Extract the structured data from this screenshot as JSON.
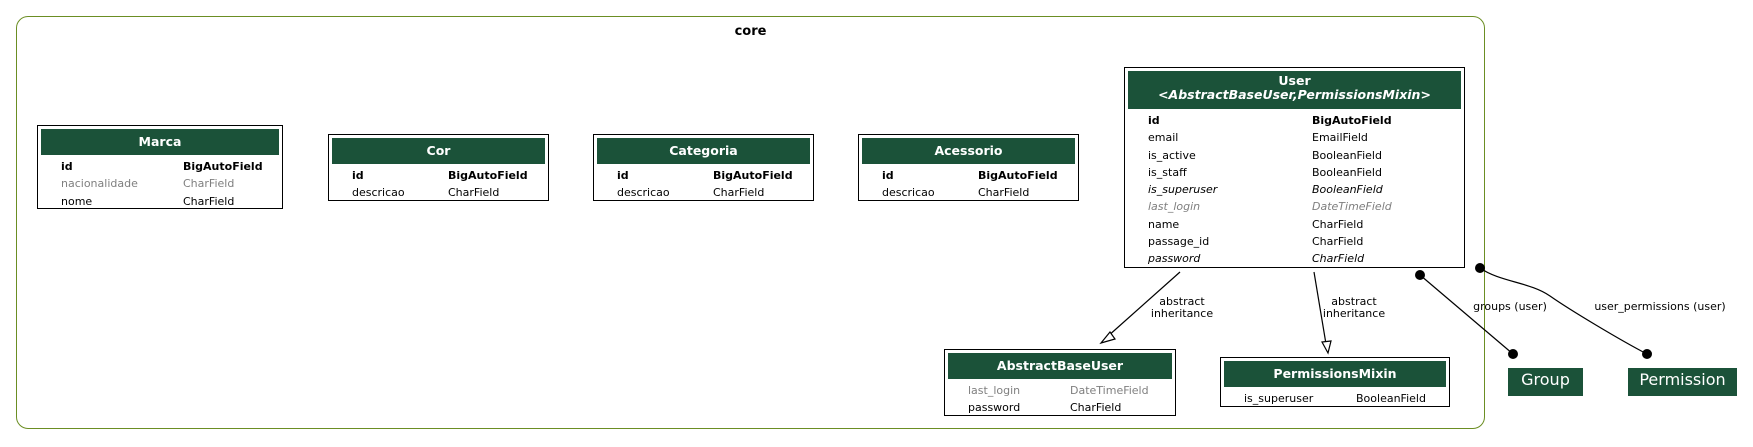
{
  "cluster": {
    "title": "core"
  },
  "models": {
    "marca": {
      "name": "Marca",
      "fields": [
        {
          "name": "id",
          "type": "BigAutoField",
          "style": "pk"
        },
        {
          "name": "nacionalidade",
          "type": "CharField",
          "style": "nullable"
        },
        {
          "name": "nome",
          "type": "CharField",
          "style": ""
        }
      ]
    },
    "cor": {
      "name": "Cor",
      "fields": [
        {
          "name": "id",
          "type": "BigAutoField",
          "style": "pk"
        },
        {
          "name": "descricao",
          "type": "CharField",
          "style": ""
        }
      ]
    },
    "categoria": {
      "name": "Categoria",
      "fields": [
        {
          "name": "id",
          "type": "BigAutoField",
          "style": "pk"
        },
        {
          "name": "descricao",
          "type": "CharField",
          "style": ""
        }
      ]
    },
    "acessorio": {
      "name": "Acessorio",
      "fields": [
        {
          "name": "id",
          "type": "BigAutoField",
          "style": "pk"
        },
        {
          "name": "descricao",
          "type": "CharField",
          "style": ""
        }
      ]
    },
    "user": {
      "name": "User",
      "subtitle": "<AbstractBaseUser,PermissionsMixin>",
      "fields": [
        {
          "name": "id",
          "type": "BigAutoField",
          "style": "pk"
        },
        {
          "name": "email",
          "type": "EmailField",
          "style": ""
        },
        {
          "name": "is_active",
          "type": "BooleanField",
          "style": ""
        },
        {
          "name": "is_staff",
          "type": "BooleanField",
          "style": ""
        },
        {
          "name": "is_superuser",
          "type": "BooleanField",
          "style": "inh"
        },
        {
          "name": "last_login",
          "type": "DateTimeField",
          "style": "inh nullable"
        },
        {
          "name": "name",
          "type": "CharField",
          "style": ""
        },
        {
          "name": "passage_id",
          "type": "CharField",
          "style": ""
        },
        {
          "name": "password",
          "type": "CharField",
          "style": "inh"
        }
      ]
    },
    "abstractbaseuser": {
      "name": "AbstractBaseUser",
      "fields": [
        {
          "name": "last_login",
          "type": "DateTimeField",
          "style": "nullable"
        },
        {
          "name": "password",
          "type": "CharField",
          "style": ""
        }
      ]
    },
    "permissionsmixin": {
      "name": "PermissionsMixin",
      "fields": [
        {
          "name": "is_superuser",
          "type": "BooleanField",
          "style": ""
        }
      ]
    }
  },
  "external": {
    "group": "Group",
    "permission": "Permission"
  },
  "edges": {
    "abstract1": "abstract\ninheritance",
    "abstract2": "abstract\ninheritance",
    "groups": "groups (user)",
    "user_permissions": "user_permissions (user)"
  },
  "colors": {
    "header": "#1b5239",
    "cluster_border": "#6b8e23",
    "nullable_text": "#7f7f7f"
  }
}
